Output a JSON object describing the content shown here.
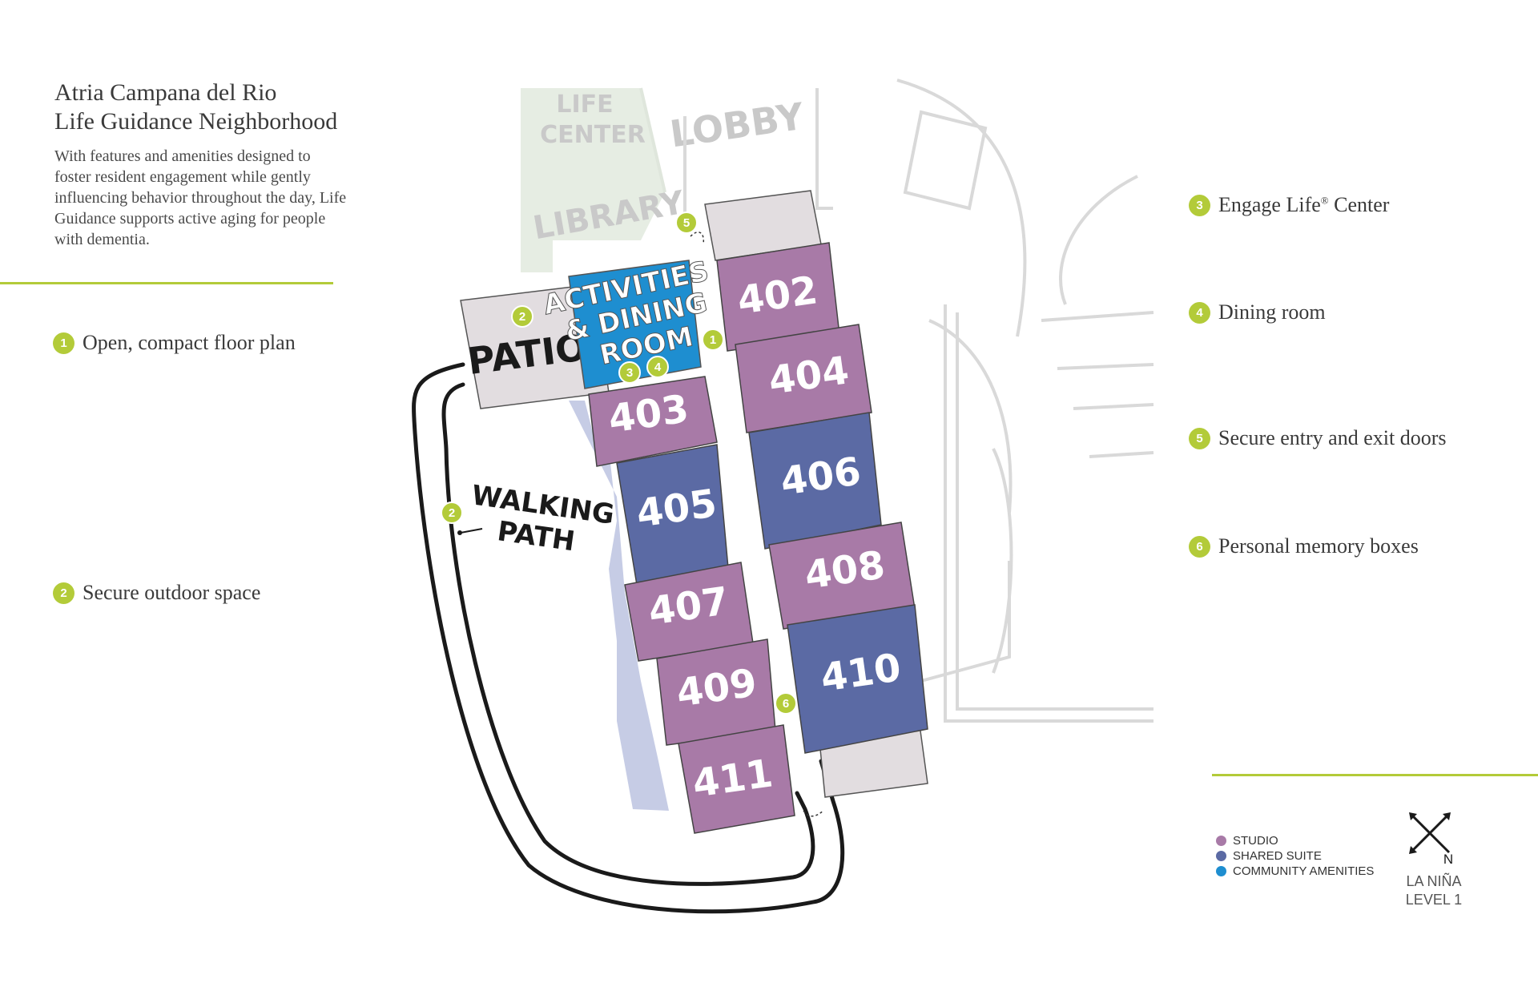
{
  "title": {
    "line1": "Atria Campana del Rio",
    "line2": "Life Guidance Neighborhood"
  },
  "intro": "With features and amenities designed to foster resident engagement while gently influencing behavior throughout the day, Life Guidance supports active aging for people with dementia.",
  "features": [
    {
      "num": "1",
      "label": "Open, compact floor plan"
    },
    {
      "num": "2",
      "label": "Secure outdoor space"
    },
    {
      "num": "3",
      "label": "Engage Life",
      "sup": "®",
      "label_suffix": " Center"
    },
    {
      "num": "4",
      "label": "Dining room"
    },
    {
      "num": "5",
      "label": "Secure entry and exit doors"
    },
    {
      "num": "6",
      "label": "Personal memory boxes"
    }
  ],
  "map": {
    "labels": {
      "life_center_1": "LIFE",
      "life_center_2": "CENTER",
      "lobby": "LOBBY",
      "library": "LIBRARY",
      "patio": "PATIO",
      "activities_1": "ACTIVITIES",
      "activities_2": "& DINING",
      "activities_3": "ROOM",
      "walking_1": "WALKING",
      "walking_2": "PATH"
    },
    "units": [
      {
        "number": "402",
        "type": "studio"
      },
      {
        "number": "403",
        "type": "studio"
      },
      {
        "number": "404",
        "type": "studio"
      },
      {
        "number": "405",
        "type": "shared"
      },
      {
        "number": "406",
        "type": "shared"
      },
      {
        "number": "407",
        "type": "studio"
      },
      {
        "number": "408",
        "type": "studio"
      },
      {
        "number": "409",
        "type": "studio"
      },
      {
        "number": "410",
        "type": "shared"
      },
      {
        "number": "411",
        "type": "studio"
      }
    ],
    "markers": [
      "1",
      "2",
      "2",
      "3",
      "4",
      "5",
      "6"
    ]
  },
  "legend": [
    {
      "label": "STUDIO",
      "color": "#a87aa7"
    },
    {
      "label": "SHARED SUITE",
      "color": "#5b6aa4"
    },
    {
      "label": "COMMUNITY AMENITIES",
      "color": "#1e8ed0"
    }
  ],
  "compass": {
    "direction": "N"
  },
  "level": {
    "line1": "LA NIÑA",
    "line2": "LEVEL 1"
  },
  "colors": {
    "accent": "#b3cb39",
    "studio": "#a87aa7",
    "shared": "#5b6aa4",
    "community": "#1e8ed0",
    "common_area": "#e2dde0"
  }
}
